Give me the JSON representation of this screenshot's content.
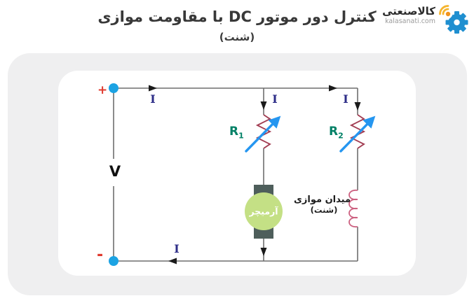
{
  "header": {
    "title": "کنترل دور موتور DC با مقاومت موازی",
    "subtitle": "(شنت)"
  },
  "brand": {
    "name": "کالاصنعتی",
    "domain": "kalasanati.com"
  },
  "circuit": {
    "source": {
      "plus": "+",
      "minus": "-",
      "voltage": "V"
    },
    "current": "I",
    "r1": {
      "base": "R",
      "sub": "1"
    },
    "r2": {
      "base": "R",
      "sub": "2"
    },
    "armature": "آرمیچر",
    "shunt_field": {
      "line1": "میدان موازی",
      "line2": "(شنت)"
    }
  },
  "colors": {
    "card_bg": "#efeff0",
    "wire": "#6e6e6e",
    "current_label": "#2d2d87",
    "resistor": "#a23c52",
    "resistor_label": "#008066",
    "adjust_arrow": "#2596f0",
    "coil": "#cc6080",
    "motor_fill": "#c4e085",
    "brush": "#4e5e5b",
    "terminal_dot": "#1ca3e3",
    "polarity": "#e0392e",
    "logo_gear": "#1f8fd0",
    "logo_signal": "#f5b52e",
    "logo_dot": "#f0941f"
  }
}
